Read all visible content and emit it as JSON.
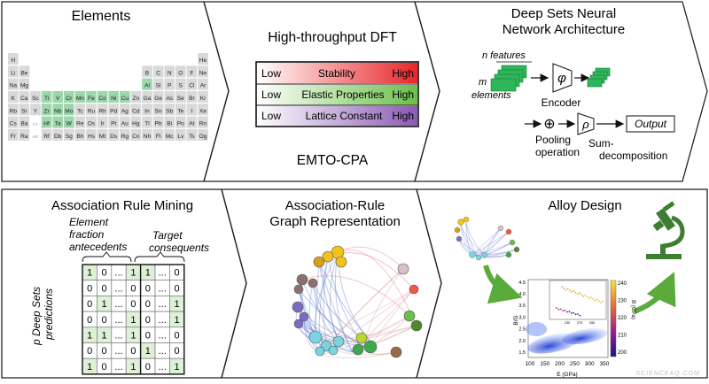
{
  "panels": {
    "elements": {
      "title": "Elements",
      "rows": [
        [
          "H",
          "",
          "",
          "",
          "",
          "",
          "",
          "",
          "",
          "",
          "",
          "",
          "",
          "",
          "",
          "",
          "",
          "He"
        ],
        [
          "Li",
          "Be",
          "",
          "",
          "",
          "",
          "",
          "",
          "",
          "",
          "",
          "",
          "B",
          "C",
          "N",
          "O",
          "F",
          "Ne"
        ],
        [
          "Na",
          "Mg",
          "",
          "",
          "",
          "",
          "",
          "",
          "",
          "",
          "",
          "",
          "Al",
          "Si",
          "P",
          "S",
          "Cl",
          "Ar"
        ],
        [
          "K",
          "Ca",
          "Sc",
          "Ti",
          "V",
          "Cr",
          "Mn",
          "Fe",
          "Co",
          "Ni",
          "Cu",
          "Zn",
          "Ga",
          "Ge",
          "As",
          "Se",
          "Br",
          "Kr"
        ],
        [
          "Rb",
          "Sr",
          "Y",
          "Zr",
          "Nb",
          "Mo",
          "Tc",
          "Ru",
          "Rh",
          "Pd",
          "Ag",
          "Cd",
          "In",
          "Sn",
          "Sb",
          "Te",
          "I",
          "Xe"
        ],
        [
          "Cs",
          "Ba",
          "LA",
          "Hf",
          "Ta",
          "W",
          "Re",
          "Os",
          "Ir",
          "Pt",
          "Au",
          "Hg",
          "Tl",
          "Pb",
          "Bi",
          "Po",
          "At",
          "Rn"
        ],
        [
          "Fr",
          "Ra",
          "AC",
          "Rf",
          "Db",
          "Sg",
          "Bh",
          "Hs",
          "Mt",
          "Ds",
          "Rg",
          "Cn",
          "Nh",
          "Fl",
          "Mc",
          "Lv",
          "Ts",
          "Og"
        ]
      ],
      "highlighted": [
        "Al",
        "Ti",
        "V",
        "Cr",
        "Mn",
        "Fe",
        "Co",
        "Ni",
        "Cu",
        "Zr",
        "Nb",
        "Mo",
        "Hf",
        "Ta",
        "W"
      ],
      "highlight_color": "#9ed6ad",
      "cell_color": "#d9d9d9"
    },
    "dft": {
      "title": "High-throughput DFT",
      "subtitle": "EMTO-CPA",
      "bars": [
        {
          "low": "Low",
          "label": "Stability",
          "high": "High",
          "color": "#e8262a"
        },
        {
          "low": "Low",
          "label": "Elastic Properties",
          "high": "High",
          "color": "#6bbf4a"
        },
        {
          "low": "Low",
          "label": "Lattice Constant",
          "high": "High",
          "color": "#8a5bb3"
        }
      ]
    },
    "deepsets": {
      "title_line1": "Deep Sets Neural",
      "title_line2": "Network Architecture",
      "n_features": "n features",
      "m_label": "m",
      "elements_label": "elements",
      "phi": "φ",
      "encoder": "Encoder",
      "pool_symbol": "⊕",
      "pooling_line1": "Pooling",
      "pooling_line2": "operation",
      "rho": "ρ",
      "sum_line1": "Sum-",
      "sum_line2": "decomposition",
      "output": "Output"
    },
    "arm": {
      "title": "Association Rule Mining",
      "antecedents_line1": "Element",
      "antecedents_line2": "fraction",
      "antecedents_line3": "antecedents",
      "consequents_line1": "Target",
      "consequents_line2": "consequents",
      "side_line1": "p Deep Sets",
      "side_line2": "predictions",
      "matrix": [
        [
          "1",
          "0",
          "...",
          "1",
          "1",
          "...",
          "0"
        ],
        [
          "0",
          "0",
          "...",
          "0",
          "0",
          "...",
          "0"
        ],
        [
          "0",
          "1",
          "...",
          "0",
          "0",
          "...",
          "1"
        ],
        [
          "0",
          "0",
          "...",
          "1",
          "0",
          "...",
          "1"
        ],
        [
          "1",
          "1",
          "...",
          "1",
          "0",
          "...",
          "0"
        ],
        [
          "0",
          "0",
          "...",
          "0",
          "1",
          "...",
          "0"
        ],
        [
          "1",
          "0",
          "...",
          "1",
          "0",
          "...",
          "1"
        ]
      ]
    },
    "graph": {
      "title_line1": "Association-Rule",
      "title_line2": "Graph Representation"
    },
    "alloy": {
      "title": "Alloy Design",
      "x_ticks": [
        "100",
        "150",
        "200",
        "250",
        "300",
        "350"
      ],
      "x_label": "E (GPa)",
      "y_ticks": [
        "1.5",
        "2.0",
        "2.5",
        "3.0",
        "3.5",
        "4.0",
        "4.5"
      ],
      "y_label": "B/G",
      "colorbar_ticks": [
        "240",
        "230",
        "220",
        "210",
        "200"
      ],
      "colorbar_label": "B (GPa)",
      "inset_x_ticks": [
        "230",
        "270",
        "280"
      ],
      "inset_y_ticks": [
        "3.4",
        "3.2",
        "3.0",
        "2.8",
        "2.6"
      ],
      "accent": "#5aab3c",
      "microscope_color": "#3f7d33"
    },
    "watermark": "SCIENCEAQ.COM"
  }
}
